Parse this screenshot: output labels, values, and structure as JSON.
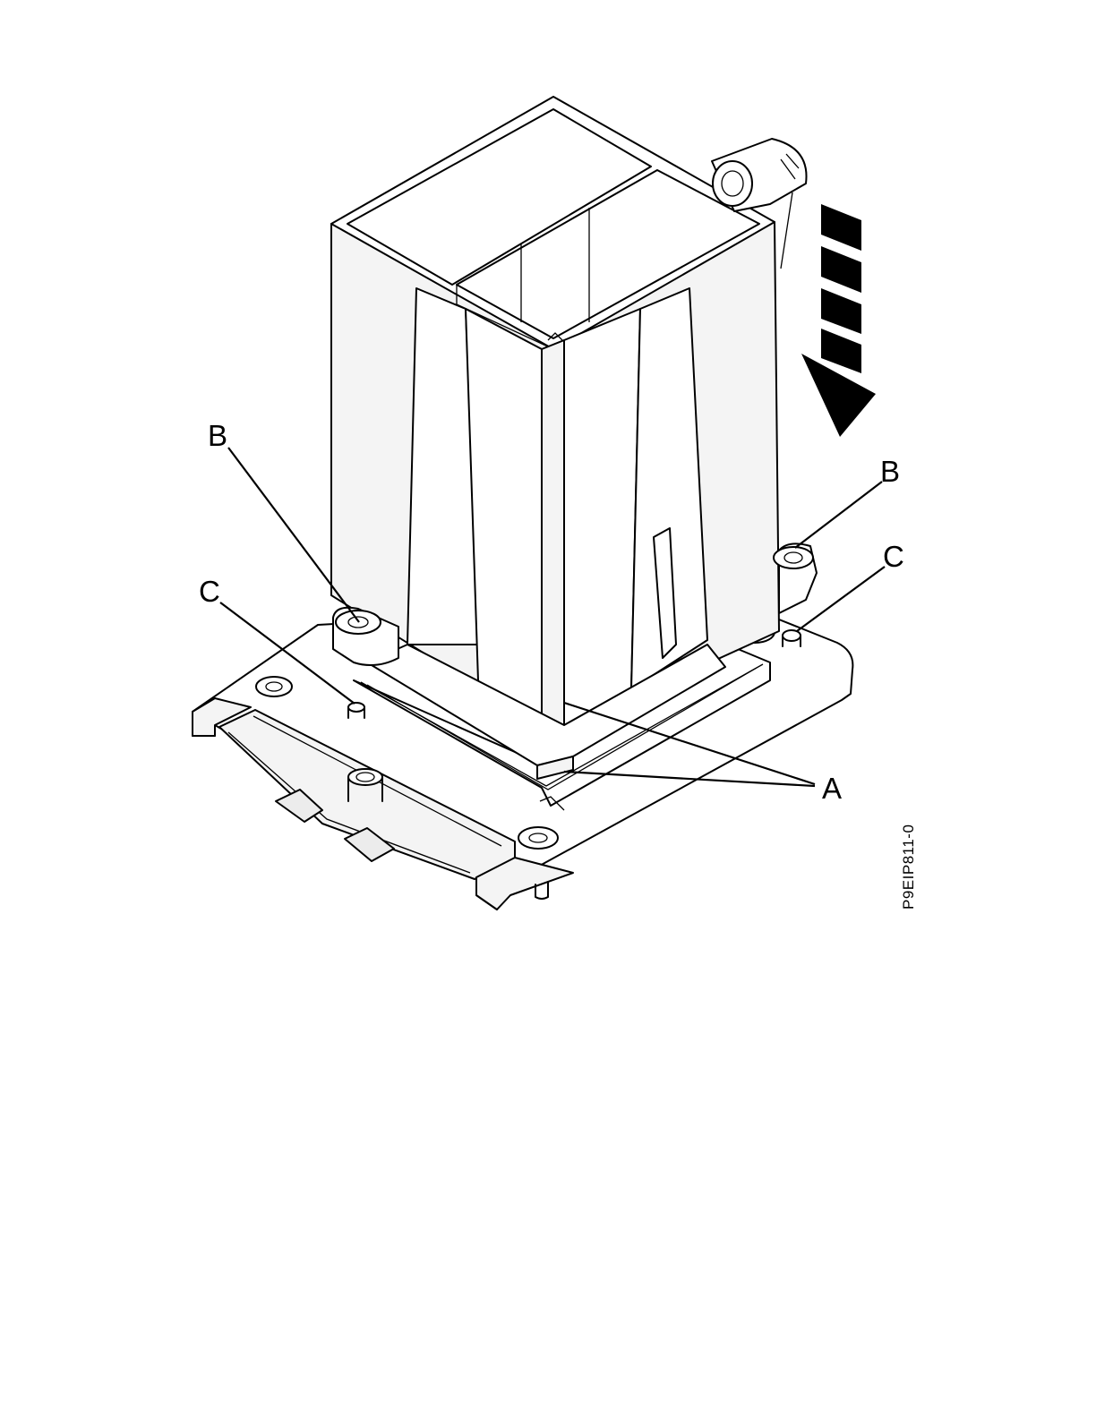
{
  "callouts": {
    "b_left": "B",
    "b_right": "B",
    "c_left": "C",
    "c_right": "C",
    "a": "A"
  },
  "figure_id": "P9EIP811-0",
  "colors": {
    "line": "#000000",
    "face_light": "#ffffff",
    "face_shade": "#f4f4f4",
    "face_mid": "#ececec",
    "arrow": "#000000"
  }
}
